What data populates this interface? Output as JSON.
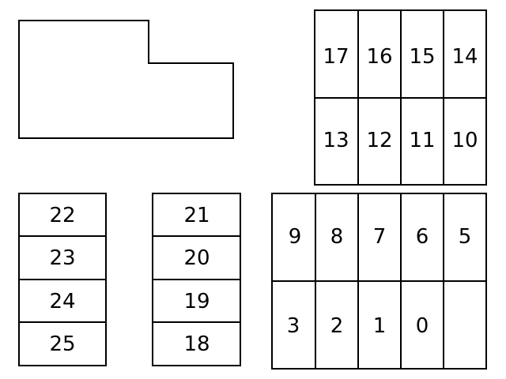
{
  "colors": {
    "stroke": "#000000",
    "background": "#ffffff"
  },
  "blocks": {
    "top_right": {
      "rows": [
        [
          "17",
          "16",
          "15",
          "14"
        ],
        [
          "13",
          "12",
          "11",
          "10"
        ]
      ]
    },
    "left_column": {
      "cells": [
        "22",
        "23",
        "24",
        "25"
      ]
    },
    "middle_column": {
      "cells": [
        "21",
        "20",
        "19",
        "18"
      ]
    },
    "bottom_right": {
      "rows": [
        [
          "9",
          "8",
          "7",
          "6",
          "5"
        ],
        [
          "3",
          "2",
          "1",
          "0",
          ""
        ]
      ]
    }
  }
}
